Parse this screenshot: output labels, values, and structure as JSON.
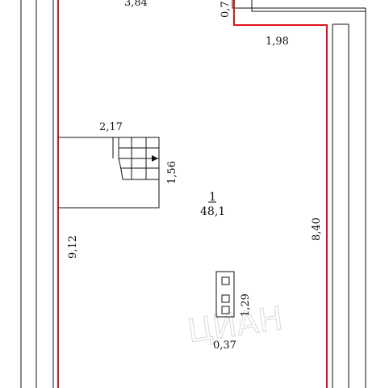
{
  "plan": {
    "dimensions": {
      "top_wall": "3,84",
      "notch_height": "0,7",
      "notch_width": "1,98",
      "stair_width": "2,17",
      "stair_depth": "1,56",
      "left_wall": "9,12",
      "right_wall": "8,40",
      "column_height": "1,29",
      "column_width": "0,37"
    },
    "room": {
      "number": "1",
      "area": "48,1"
    },
    "watermark": "ЦИАН",
    "colors": {
      "wall_outline": "#e0141e",
      "line": "#111111"
    }
  }
}
